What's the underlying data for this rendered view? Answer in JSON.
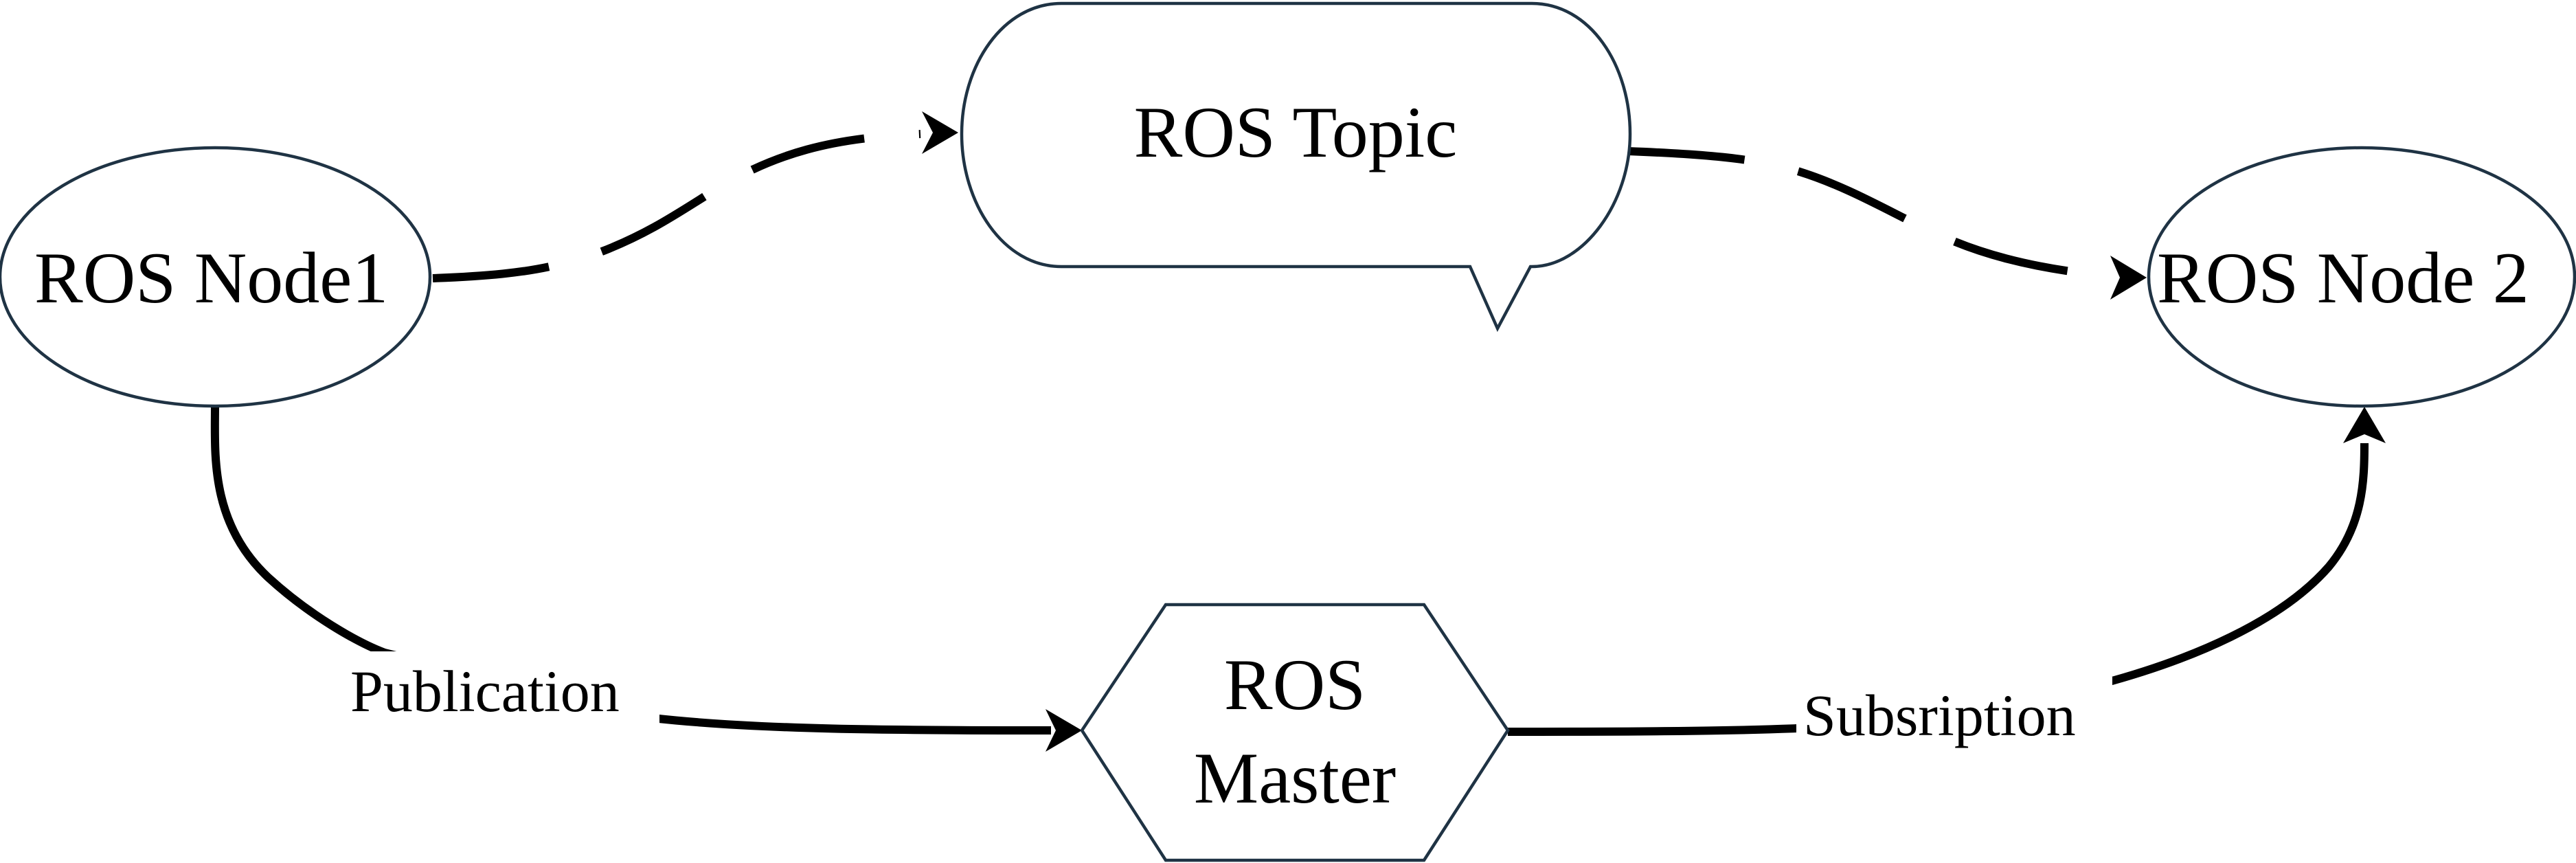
{
  "nodes": {
    "node1": {
      "label": "ROS Node1"
    },
    "node2": {
      "label": "ROS Node 2"
    },
    "topic": {
      "label": "ROS Topic"
    },
    "master": {
      "label_line1": "ROS",
      "label_line2": "Master"
    }
  },
  "edges": {
    "publication": {
      "label": "Publication"
    },
    "subscription": {
      "label": "Subsription"
    }
  },
  "colors": {
    "outline": "#1f3344",
    "edge": "#000000",
    "background": "#ffffff"
  }
}
